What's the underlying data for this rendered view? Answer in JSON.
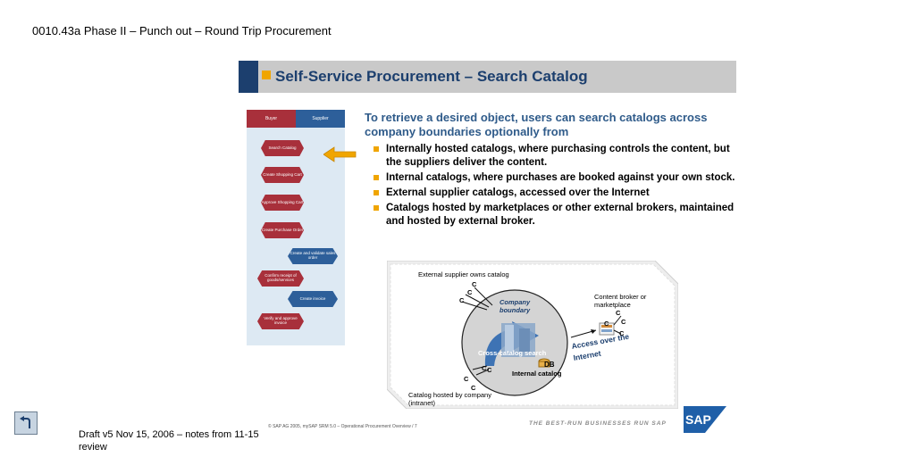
{
  "doc_title": "0010.43a Phase II – Punch out – Round Trip Procurement",
  "slide_title": "Self-Service Procurement – Search Catalog",
  "flow": {
    "lane_buyer": "Buyer",
    "lane_supplier": "Supplier",
    "steps": [
      "Search Catalog",
      "Create Shopping Cart",
      "Approve Shopping Cart",
      "Create Purchase Order",
      "Create and validate sales order",
      "Confirm receipt of goods/services",
      "Create invoice",
      "Verify and approve invoice"
    ]
  },
  "intro": "To retrieve a desired object, users can search catalogs across company boundaries optionally from",
  "bullets": [
    "Internally hosted catalogs, where purchasing controls the content, but the suppliers deliver the content.",
    "Internal catalogs, where purchases are booked against your own stock.",
    "External supplier catalogs, accessed over the Internet",
    "Catalogs hosted by marketplaces or other external brokers, maintained and hosted by external broker."
  ],
  "diagram": {
    "external_supplier": "External supplier owns catalog",
    "company_boundary_1": "Company",
    "company_boundary_2": "boundary",
    "content_broker_1": "Content broker or",
    "content_broker_2": "marketplace",
    "cross_catalog": "Cross-catalog search",
    "access_internet_1": "Access over the",
    "access_internet_2": "Internet",
    "db": "DB",
    "internal_catalog": "Internal catalog",
    "hosted_company_1": "Catalog hosted by company",
    "hosted_company_2": "(intranet)",
    "c": "C"
  },
  "footer": {
    "draft": "Draft v5 Nov 15, 2006 – notes from 11-15 review",
    "copyright": "© SAP AG 2005, mySAP SRM 5.0 – Operational Procurement Overview / 7",
    "tagline": "THE BEST-RUN BUSINESSES RUN SAP",
    "logo": "SAP"
  },
  "colors": {
    "navy": "#1c3f6e",
    "accent": "#f0a500",
    "text_blue": "#2f5b8a",
    "step_red": "#a8303b",
    "step_blue": "#2d5f9a"
  },
  "icons": {
    "back": "back-arrow-icon",
    "pointer": "left-arrow-icon"
  }
}
